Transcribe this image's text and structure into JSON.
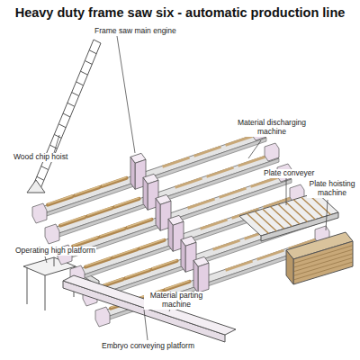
{
  "diagram": {
    "title": "Heavy duty frame saw six - automatic production line",
    "labels": [
      "Frame saw main engine",
      "Wood chip hoist",
      "Material discharging machine",
      "Plate conveyer",
      "Plate hoisting machine",
      "Operating high platform",
      "Material parting machine",
      "Embryo conveying platform"
    ]
  }
}
